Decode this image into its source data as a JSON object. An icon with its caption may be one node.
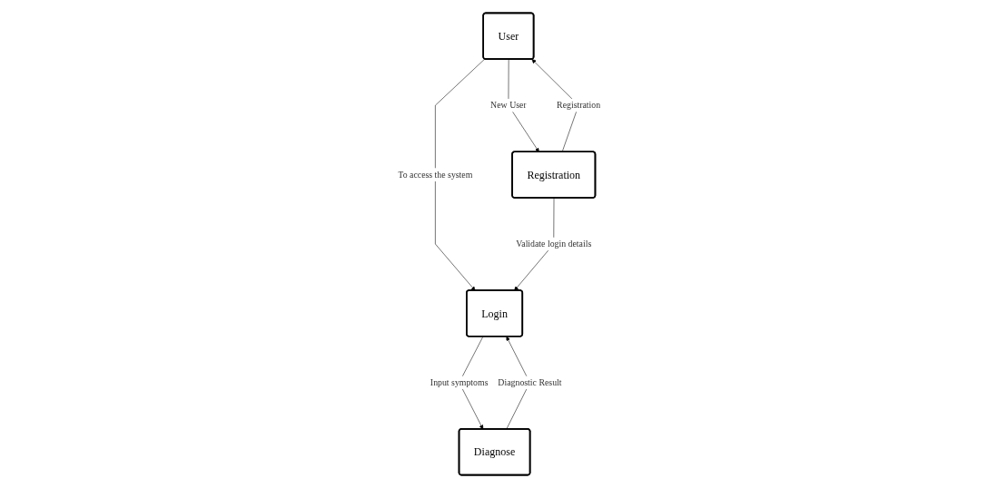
{
  "diagram": {
    "nodes": [
      {
        "text": [
          "User"
        ]
      },
      {
        "text": [
          "Login"
        ]
      },
      {
        "text": [
          "Registration"
        ]
      },
      {
        "text": [
          "Diagnose"
        ]
      }
    ],
    "edges": [
      {
        "from": 0,
        "to": 1,
        "arrow": "to",
        "label": "To access the system"
      },
      {
        "from": 0,
        "to": 2,
        "arrow": "to",
        "label": "New User"
      },
      {
        "from": 2,
        "to": 0,
        "arrow": "to",
        "label": "Registration"
      },
      {
        "from": 2,
        "to": 1,
        "arrow": "to",
        "label": "Validate login details"
      },
      {
        "from": 1,
        "to": 3,
        "arrow": "to",
        "label": "Input symptoms"
      },
      {
        "from": 3,
        "to": 1,
        "arrow": "to",
        "label": "Diagnostic Result"
      }
    ]
  }
}
